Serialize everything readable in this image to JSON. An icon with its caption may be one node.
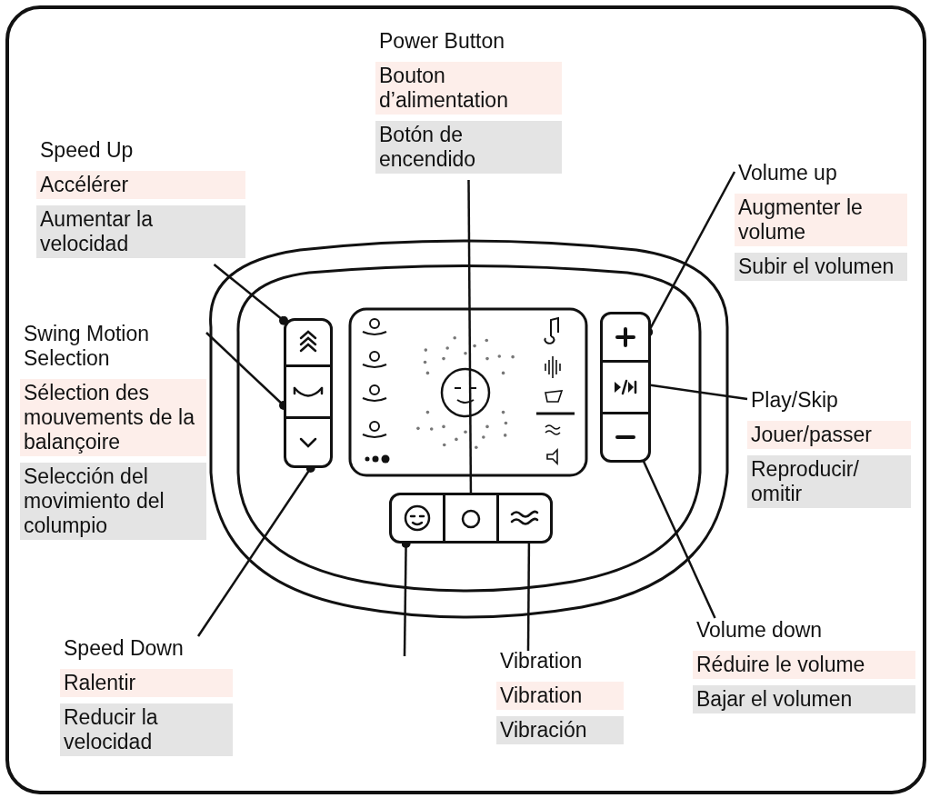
{
  "diagram": {
    "nodes": [
      {
        "text": [
          "Speed Up",
          "Accélérer",
          "Aumentar la velocidad"
        ]
      },
      {
        "text": [
          "Swing Motion Selection",
          "Sélection des mouvements de la balançoire",
          "Selección del movimiento del columpio"
        ]
      },
      {
        "text": [
          "Speed Down",
          "Ralentir",
          "Reducir la velocidad"
        ]
      },
      {
        "text": [
          "Power Button",
          "Bouton d’alimentation",
          "Botón de encendido"
        ]
      },
      {
        "text": [
          "Vibration",
          "Vibration",
          "Vibración"
        ]
      },
      {
        "text": [
          "Volume up",
          "Augmenter le volume",
          "Subir el volumen"
        ]
      },
      {
        "text": [
          "Play/Skip",
          "Jouer/passer",
          "Reproducir/ omitir"
        ]
      },
      {
        "text": [
          "Volume down",
          "Réduire le volume",
          "Bajar el volumen"
        ]
      },
      {
        "text": [],
        "shape": "box"
      },
      {
        "text": [],
        "shape": "box"
      },
      {
        "text": [],
        "shape": "box"
      },
      {
        "text": [],
        "shape": "box"
      },
      {
        "text": [],
        "shape": "box"
      },
      {
        "text": [],
        "shape": "box"
      },
      {
        "text": [],
        "shape": "box"
      },
      {
        "text": [],
        "shape": "box"
      },
      {
        "text": [],
        "shape": "box"
      }
    ],
    "edges": [
      {
        "from": 0,
        "to": 8,
        "arrow": "other"
      },
      {
        "from": 1,
        "to": 9,
        "arrow": "other"
      },
      {
        "from": 2,
        "to": 10,
        "arrow": "other"
      },
      {
        "from": null,
        "to": 11,
        "arrow": "other"
      },
      {
        "from": 3,
        "to": 12,
        "arrow": "other"
      },
      {
        "from": 4,
        "to": 13,
        "arrow": "other"
      },
      {
        "from": 5,
        "to": 14,
        "arrow": "other"
      },
      {
        "from": 6,
        "to": 15,
        "arrow": "other"
      },
      {
        "from": 7,
        "to": 16,
        "arrow": "other"
      }
    ]
  }
}
